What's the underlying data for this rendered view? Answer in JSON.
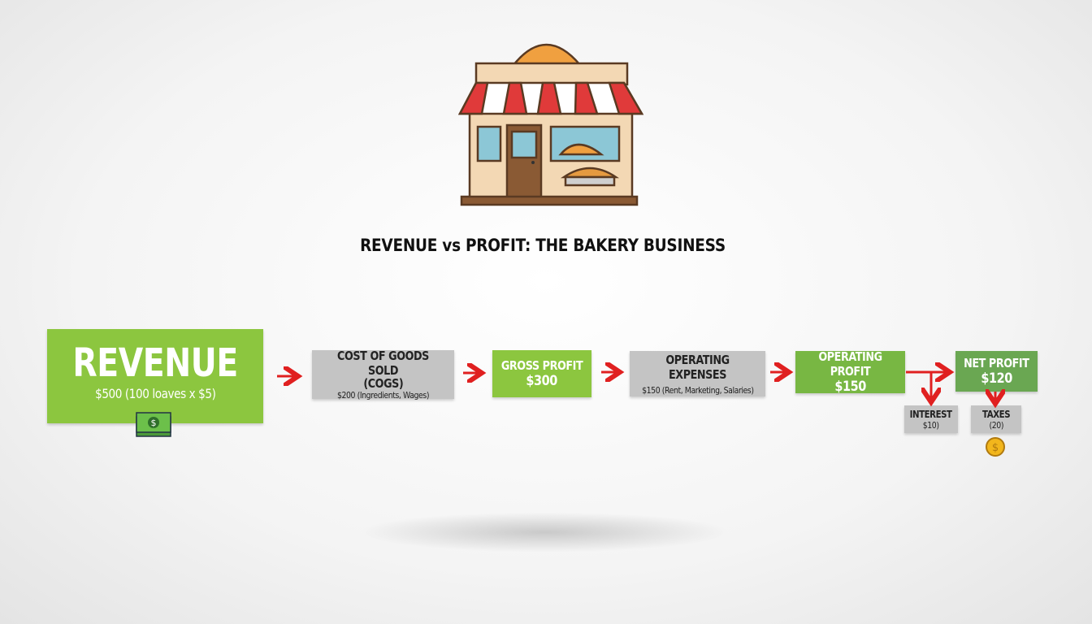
{
  "title": "REVENUE vs PROFIT: THE BAKERY BUSINESS",
  "revenue": {
    "label": "REVENUE",
    "detail": "$500 (100 loaves x $5)"
  },
  "cogs": {
    "label": "COST OF GOODS SOLD",
    "label2": "(COGS)",
    "detail": "$200 (Ingredients, Wages)"
  },
  "gross": {
    "label": "GROSS PROFIT",
    "value": "$300"
  },
  "opex": {
    "label": "OPERATING EXPENSES",
    "detail": "$150 (Rent, Marketing, Salaries)"
  },
  "opprofit": {
    "label": "OPERATING PROFIT",
    "value": "$150"
  },
  "net": {
    "label": "NET PROFIT",
    "value": "$120"
  },
  "interest": {
    "label": "INTEREST",
    "value": "$10)"
  },
  "taxes": {
    "label": "TAXES",
    "value": "(20)"
  },
  "colors": {
    "green": "#8cc63f",
    "gray": "#c4c4c4",
    "arrow": "#e02020"
  }
}
